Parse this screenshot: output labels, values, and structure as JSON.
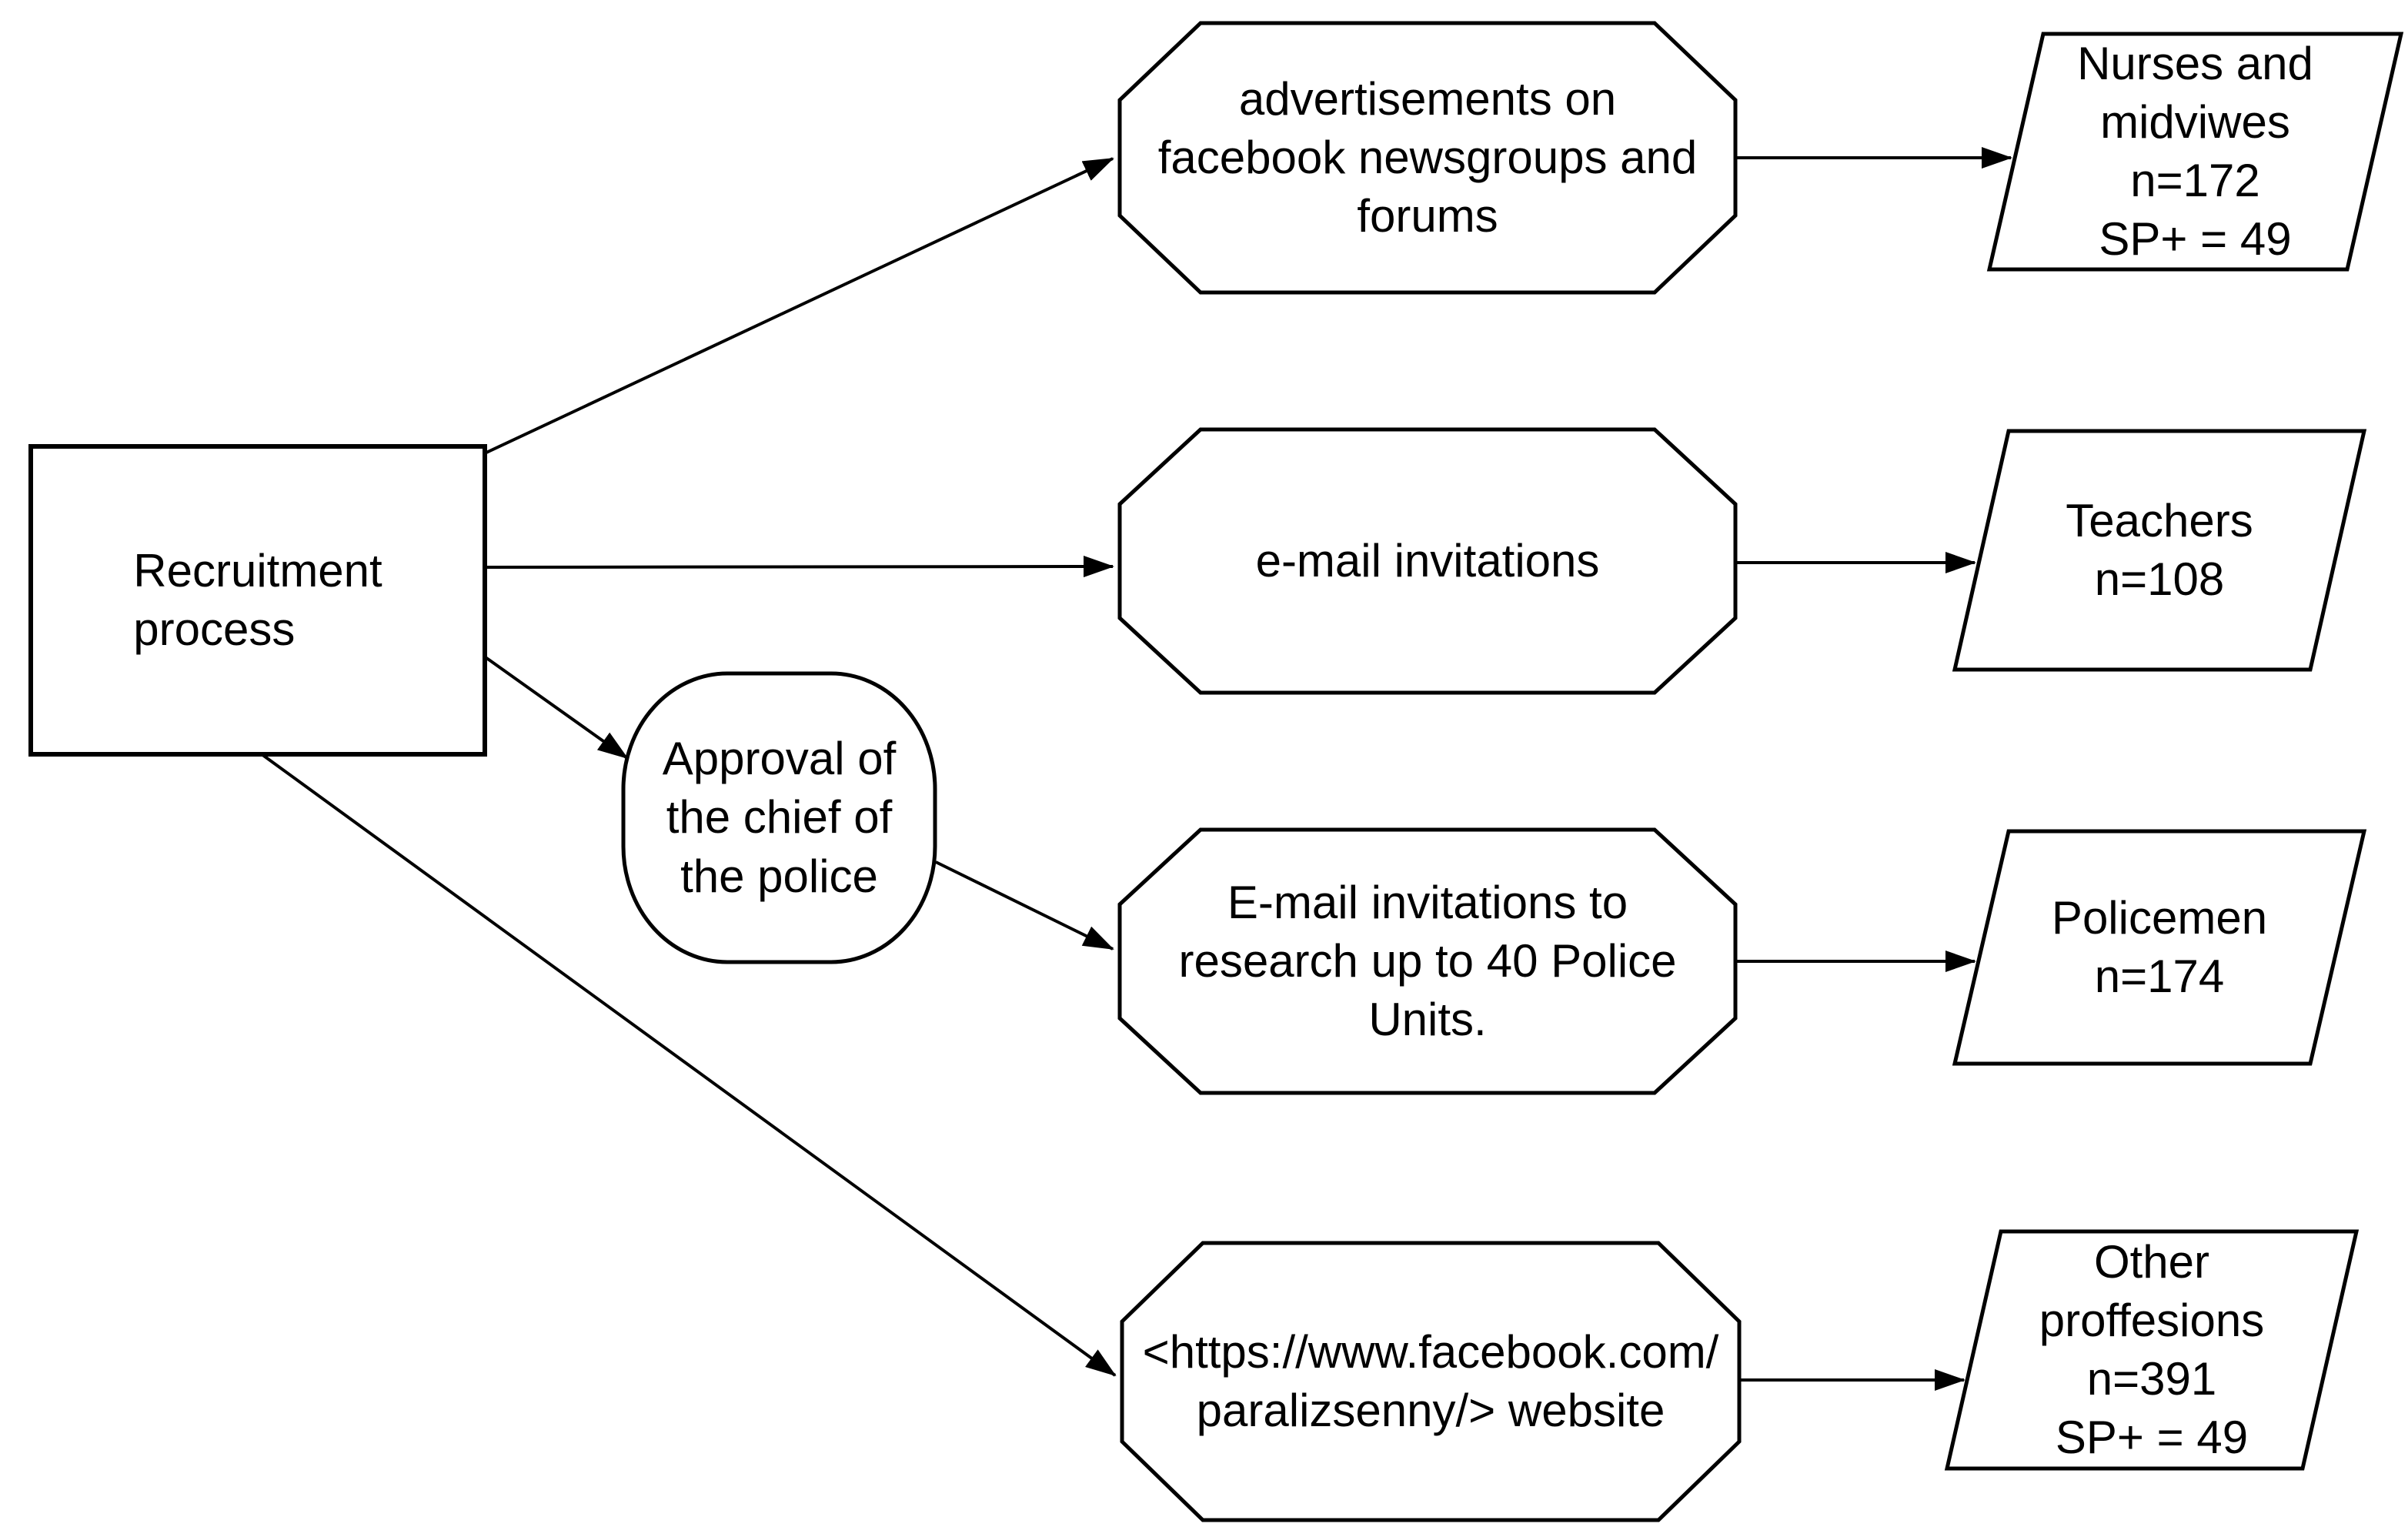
{
  "diagram": {
    "background_color": "#ffffff",
    "shape_fill_color": "#ffffff",
    "shape_stroke_color": "#000000",
    "text_color": "#000000",
    "nodes": {
      "recruitment": {
        "label": "Recruitment\nprocess",
        "shape": "rectangle"
      },
      "ads": {
        "label": "advertisements on\nfacebook newsgroups and\nforums",
        "shape": "octagon"
      },
      "email": {
        "label": "e-mail invitations",
        "shape": "octagon"
      },
      "approval": {
        "label": "Approval of\nthe chief of\nthe police",
        "shape": "rounded"
      },
      "police_email": {
        "label": "E-mail invitations to\nresearch up to 40 Police\nUnits.",
        "shape": "octagon"
      },
      "website": {
        "label": "<https://www.facebook.com/\nparalizsenny/> website",
        "shape": "octagon"
      },
      "nurses": {
        "label": "Nurses and\nmidviwes\nn=172\nSP+ = 49",
        "shape": "parallelogram"
      },
      "teachers": {
        "label": "Teachers\nn=108",
        "shape": "parallelogram"
      },
      "policemen": {
        "label": "Policemen\nn=174",
        "shape": "parallelogram"
      },
      "other": {
        "label": "Other\nproffesions\nn=391\nSP+ = 49",
        "shape": "parallelogram"
      }
    },
    "edges": [
      {
        "from": "recruitment",
        "to": "ads"
      },
      {
        "from": "recruitment",
        "to": "email"
      },
      {
        "from": "recruitment",
        "to": "approval"
      },
      {
        "from": "approval",
        "to": "police_email"
      },
      {
        "from": "recruitment",
        "to": "website"
      },
      {
        "from": "ads",
        "to": "nurses"
      },
      {
        "from": "email",
        "to": "teachers"
      },
      {
        "from": "police_email",
        "to": "policemen"
      },
      {
        "from": "website",
        "to": "other"
      }
    ]
  }
}
